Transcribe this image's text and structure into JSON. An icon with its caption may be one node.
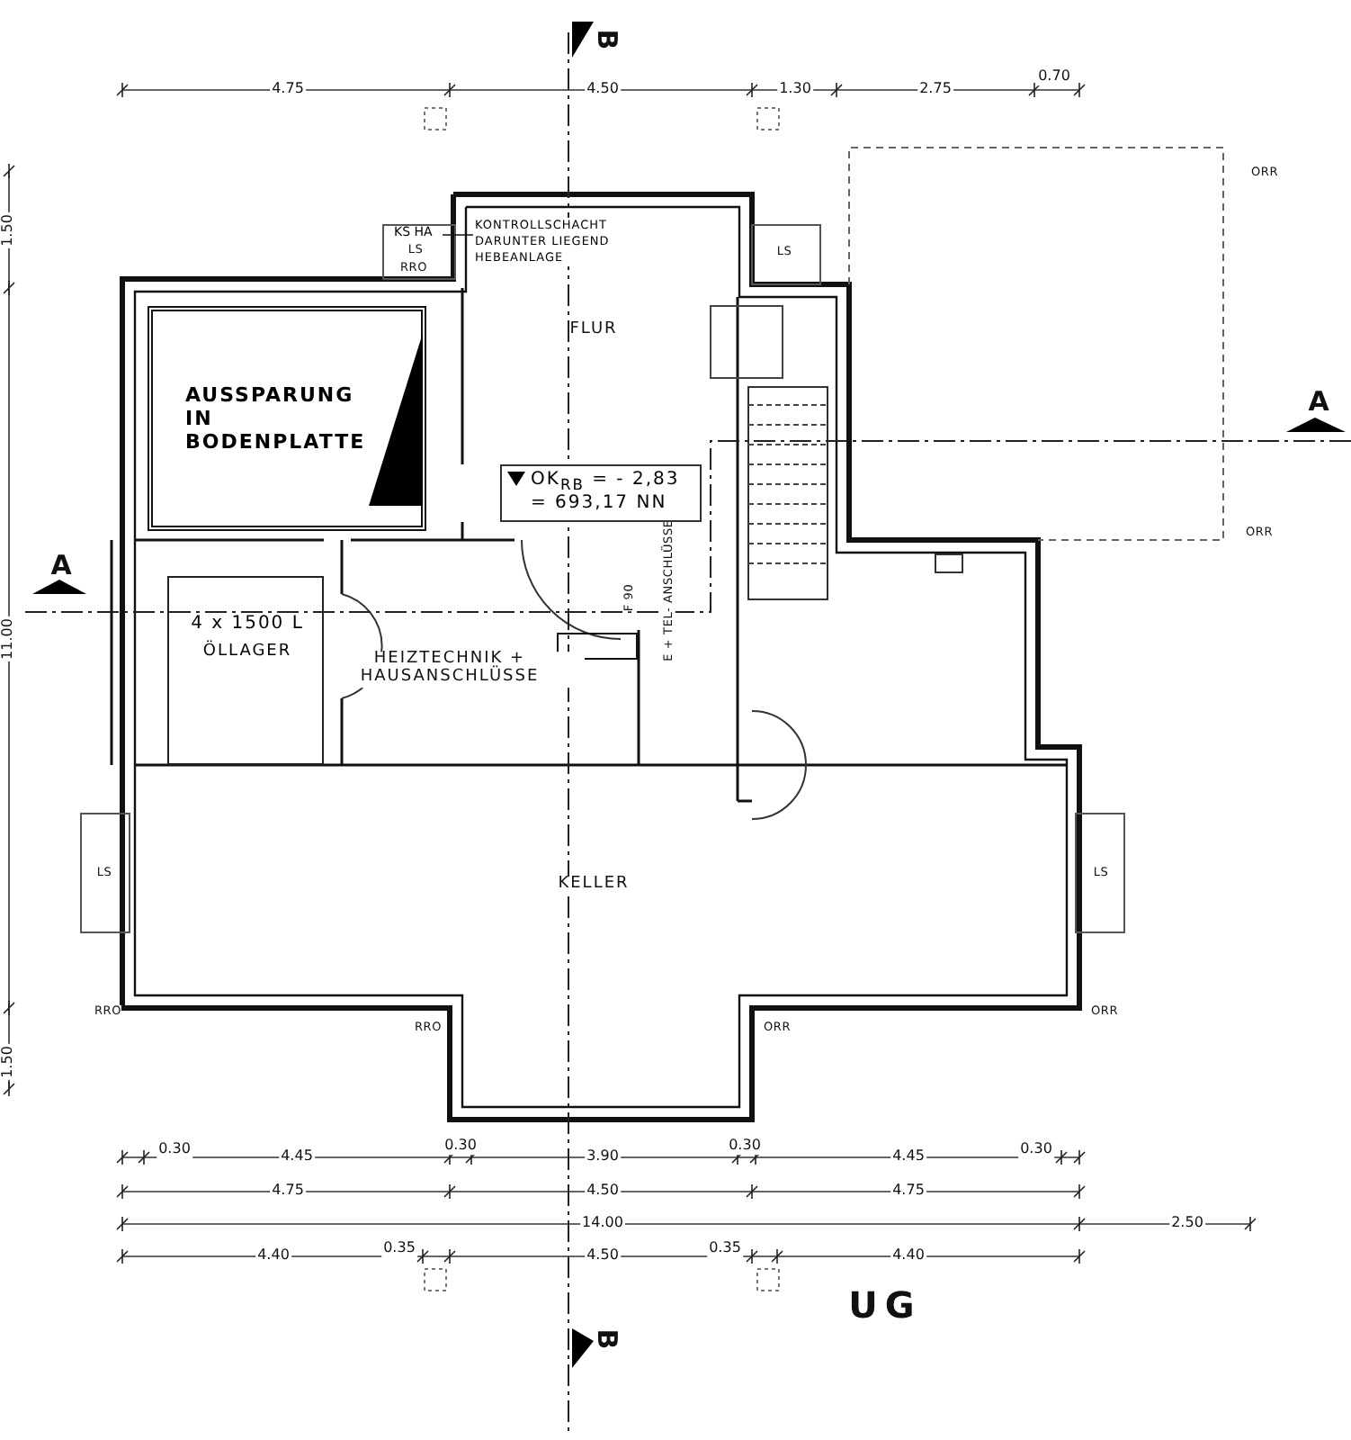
{
  "diagram": {
    "nodes": [
      {
        "text": [
          "AUSSPARUNG IN BODENPLATTE"
        ]
      },
      {
        "text": [
          "4 x 1500 L",
          "ÖLLAGER"
        ]
      },
      {
        "text": [
          "OK$_{RB}$ = - 2,83 = 693,17 NN"
        ]
      },
      {
        "text": [
          "KS HA"
        ]
      },
      {
        "text": [
          "KONTROLLSCHACHT DARUNTER LIEGEND HEBEANLAGE"
        ]
      }
    ],
    "edges": [
      {
        "from": 3,
        "to": 4,
        "arrow": "none"
      }
    ],
    "labels": [
      "B",
      "4.75",
      "4.50",
      "1.30",
      "2.75",
      "0.70",
      "1.50",
      "LS",
      "LS",
      "ORR",
      "RRO",
      "FLUR",
      "A",
      "ORR",
      "A",
      "F 90",
      "E + TEL- ANSCHLÜSSE",
      "HEIZTECHNIK + HAUSANSCHLÜSSE",
      "11.00",
      "LS",
      "LS",
      "KELLER",
      "RRO",
      "ORR",
      "RRO",
      "ORR",
      "1.50",
      "0.30",
      "4.45",
      "0.30",
      "3.90",
      "0.30",
      "4.45",
      "0.30",
      "4.75",
      "4.50",
      "4.75",
      "14.00",
      "2.50",
      "4.40",
      "0.35",
      "4.50",
      "0.35",
      "4.40",
      "UG",
      "B"
    ]
  }
}
